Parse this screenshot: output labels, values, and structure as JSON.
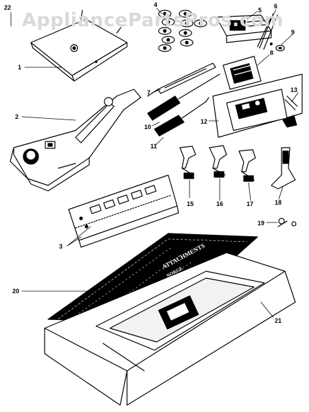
{
  "watermark": "AppliancePartsPros.com",
  "colors": {
    "ink": "#000000",
    "paper": "#ffffff",
    "watermark": "#d9d9d9"
  },
  "callouts": [
    {
      "id": "c1",
      "label": "1"
    },
    {
      "id": "c2",
      "label": "2"
    },
    {
      "id": "c3",
      "label": "3"
    },
    {
      "id": "c4",
      "label": "4"
    },
    {
      "id": "c5",
      "label": "5"
    },
    {
      "id": "c6",
      "label": "6"
    },
    {
      "id": "c7",
      "label": "7"
    },
    {
      "id": "c8",
      "label": "8"
    },
    {
      "id": "c9",
      "label": "9"
    },
    {
      "id": "c10",
      "label": "10"
    },
    {
      "id": "c11",
      "label": "11"
    },
    {
      "id": "c12",
      "label": "12"
    },
    {
      "id": "c13",
      "label": "13"
    },
    {
      "id": "c15",
      "label": "15"
    },
    {
      "id": "c16",
      "label": "16"
    },
    {
      "id": "c17",
      "label": "17"
    },
    {
      "id": "c18",
      "label": "18"
    },
    {
      "id": "c19",
      "label": "19"
    },
    {
      "id": "c20",
      "label": "20"
    },
    {
      "id": "c21",
      "label": "21"
    },
    {
      "id": "c22",
      "label": "22"
    }
  ],
  "book_cover_text": [
    "ATTACHMENTS",
    "NORGE"
  ]
}
